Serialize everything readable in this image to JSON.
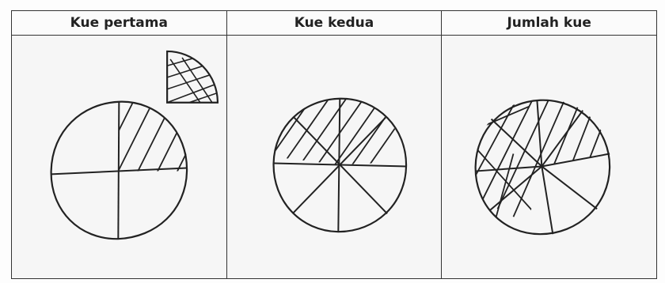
{
  "intro_text": "",
  "table": {
    "headers": [
      "Kue pertama",
      "Kue kedua",
      "Jumlah kue"
    ]
  },
  "diagrams": {
    "kue_pertama": {
      "slices_total": 4,
      "slices_shaded": 1,
      "extra_piece": "quarter slice shown separately",
      "shading": "hatched"
    },
    "kue_kedua": {
      "slices_total": 8,
      "slices_shaded": 3,
      "shading": "hatched"
    },
    "jumlah_kue": {
      "slices_total": 8,
      "slices_shaded": 5,
      "shading": "hatched"
    }
  },
  "colors": {
    "ink": "#222222",
    "paper": "#f6f6f6",
    "border": "#333333"
  }
}
